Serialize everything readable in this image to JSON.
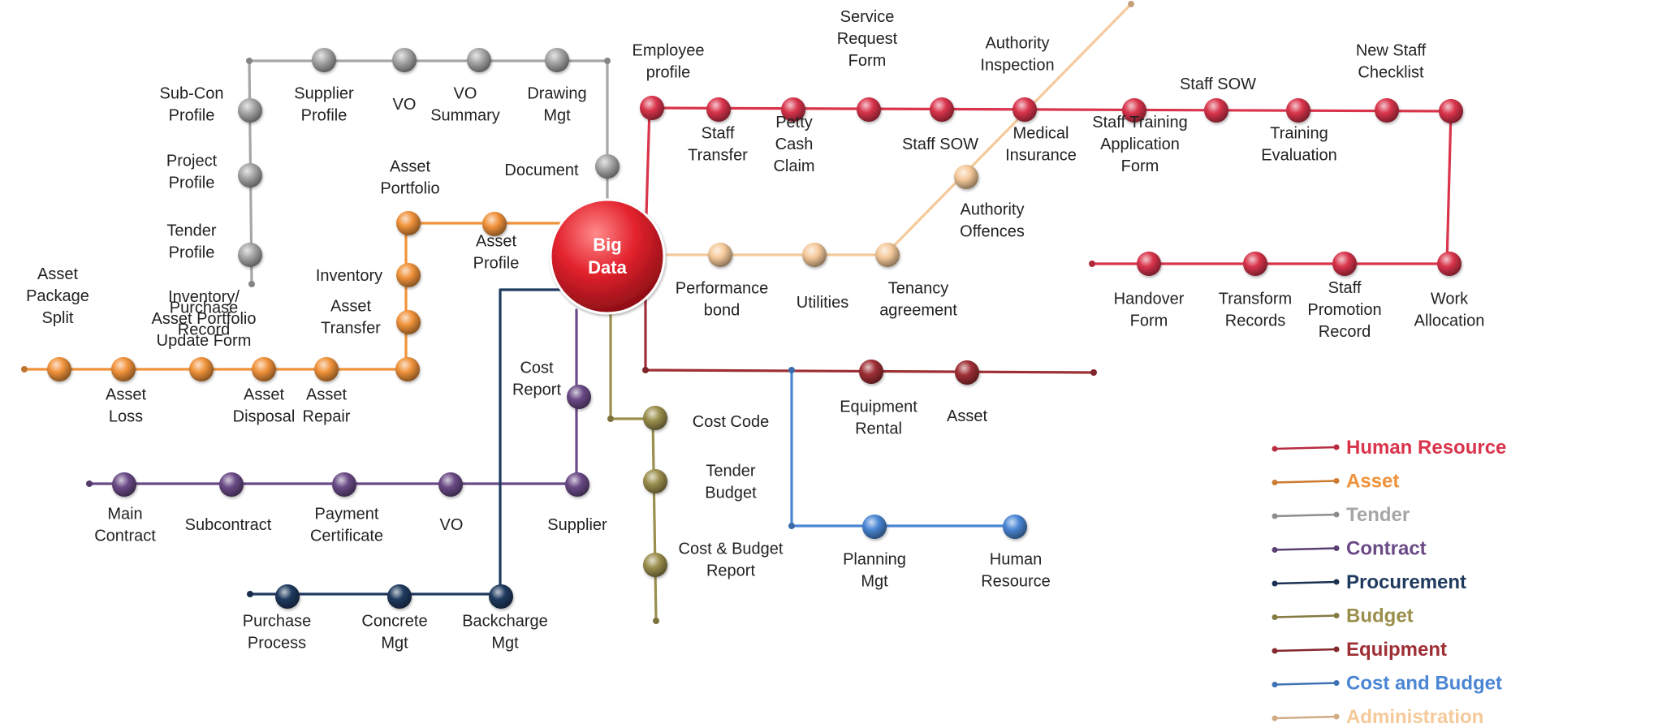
{
  "hub": {
    "lines": [
      "Big",
      "Data"
    ],
    "color": "#e3222d"
  },
  "legend": [
    {
      "key": "hr",
      "label": "Human Resource",
      "color": "#d9344b"
    },
    {
      "key": "asset",
      "label": "Asset",
      "color": "#f0923a"
    },
    {
      "key": "tender",
      "label": "Tender",
      "color": "#a6a6a6"
    },
    {
      "key": "contract",
      "label": "Contract",
      "color": "#6a4a86"
    },
    {
      "key": "procurement",
      "label": "Procurement",
      "color": "#1f3a5f"
    },
    {
      "key": "budget",
      "label": "Budget",
      "color": "#9b8f4e"
    },
    {
      "key": "equipment",
      "label": "Equipment",
      "color": "#9e2f35"
    },
    {
      "key": "costbudget",
      "label": "Cost and Budget",
      "color": "#4a86d4"
    },
    {
      "key": "admin",
      "label": "Administration",
      "color": "#f5c99a"
    }
  ],
  "stations": [
    {
      "line": "hr",
      "lines": [
        "Employee",
        "profile"
      ]
    },
    {
      "line": "hr",
      "lines": [
        "Staff",
        "Transfer"
      ]
    },
    {
      "line": "hr",
      "lines": [
        "Petty",
        "Cash",
        "Claim"
      ]
    },
    {
      "line": "hr",
      "lines": [
        "Service",
        "Request",
        "Form"
      ]
    },
    {
      "line": "hr",
      "lines": [
        "Staff SOW"
      ]
    },
    {
      "line": "hr",
      "lines": [
        "Authority",
        "Inspection"
      ]
    },
    {
      "line": "hr",
      "lines": [
        "Medical",
        "Insurance"
      ]
    },
    {
      "line": "hr",
      "lines": [
        "Staff Training",
        "Application",
        "Form"
      ]
    },
    {
      "line": "hr",
      "lines": [
        "Staff SOW"
      ]
    },
    {
      "line": "hr",
      "lines": [
        "Training",
        "Evaluation"
      ]
    },
    {
      "line": "hr",
      "lines": [
        "New Staff",
        "Checklist"
      ]
    },
    {
      "line": "hr",
      "lines": [
        "Handover",
        "Form"
      ]
    },
    {
      "line": "hr",
      "lines": [
        "Transform",
        "Records"
      ]
    },
    {
      "line": "hr",
      "lines": [
        "Staff",
        "Promotion",
        "Record"
      ]
    },
    {
      "line": "hr",
      "lines": [
        "Work",
        "Allocation"
      ]
    },
    {
      "line": "admin",
      "lines": [
        "Performance",
        "bond"
      ]
    },
    {
      "line": "admin",
      "lines": [
        "Utilities"
      ]
    },
    {
      "line": "admin",
      "lines": [
        "Tenancy",
        "agreement"
      ]
    },
    {
      "line": "admin",
      "lines": [
        "Authority",
        "Offences"
      ]
    },
    {
      "line": "tender",
      "lines": [
        "Sub-Con",
        "Profile"
      ]
    },
    {
      "line": "tender",
      "lines": [
        "Project",
        "Profile"
      ]
    },
    {
      "line": "tender",
      "lines": [
        "Tender",
        "Profile"
      ]
    },
    {
      "line": "tender",
      "lines": [
        "Supplier",
        "Profile"
      ]
    },
    {
      "line": "tender",
      "lines": [
        "VO"
      ]
    },
    {
      "line": "tender",
      "lines": [
        "VO",
        "Summary"
      ]
    },
    {
      "line": "tender",
      "lines": [
        "Drawing",
        "Mgt"
      ]
    },
    {
      "line": "tender",
      "lines": [
        "Document"
      ]
    },
    {
      "line": "asset",
      "lines": [
        "Asset",
        "Portfolio"
      ]
    },
    {
      "line": "asset",
      "lines": [
        "Asset",
        "Profile"
      ]
    },
    {
      "line": "asset",
      "lines": [
        "Inventory"
      ]
    },
    {
      "line": "asset",
      "lines": [
        "Asset",
        "Transfer"
      ]
    },
    {
      "line": "asset",
      "lines": [
        "Asset",
        "Package",
        "Split"
      ]
    },
    {
      "line": "asset",
      "lines": [
        "Purchase",
        "Record"
      ]
    },
    {
      "line": "asset",
      "lines": [
        "Inventory/",
        "Asset Portfolio",
        "Update Form"
      ]
    },
    {
      "line": "asset",
      "lines": [
        "Asset",
        "Loss"
      ]
    },
    {
      "line": "asset",
      "lines": [
        "Asset",
        "Disposal"
      ]
    },
    {
      "line": "asset",
      "lines": [
        "Asset",
        "Repair"
      ]
    },
    {
      "line": "contract",
      "lines": [
        "Cost",
        "Report"
      ]
    },
    {
      "line": "contract",
      "lines": [
        "Main",
        "Contract"
      ]
    },
    {
      "line": "contract",
      "lines": [
        "Subcontract"
      ]
    },
    {
      "line": "contract",
      "lines": [
        "Payment",
        "Certificate"
      ]
    },
    {
      "line": "contract",
      "lines": [
        "VO"
      ]
    },
    {
      "line": "contract",
      "lines": [
        "Supplier"
      ]
    },
    {
      "line": "procurement",
      "lines": [
        "Purchase",
        "Process"
      ]
    },
    {
      "line": "procurement",
      "lines": [
        "Concrete",
        "Mgt"
      ]
    },
    {
      "line": "procurement",
      "lines": [
        "Backcharge",
        "Mgt"
      ]
    },
    {
      "line": "budget",
      "lines": [
        "Cost Code"
      ]
    },
    {
      "line": "budget",
      "lines": [
        "Tender",
        "Budget"
      ]
    },
    {
      "line": "budget",
      "lines": [
        "Cost & Budget",
        "Report"
      ]
    },
    {
      "line": "equipment",
      "lines": [
        "Equipment",
        "Rental"
      ]
    },
    {
      "line": "equipment",
      "lines": [
        "Asset"
      ]
    },
    {
      "line": "costbudget",
      "lines": [
        "Planning",
        "Mgt"
      ]
    },
    {
      "line": "costbudget",
      "lines": [
        "Human",
        "Resource"
      ]
    }
  ]
}
